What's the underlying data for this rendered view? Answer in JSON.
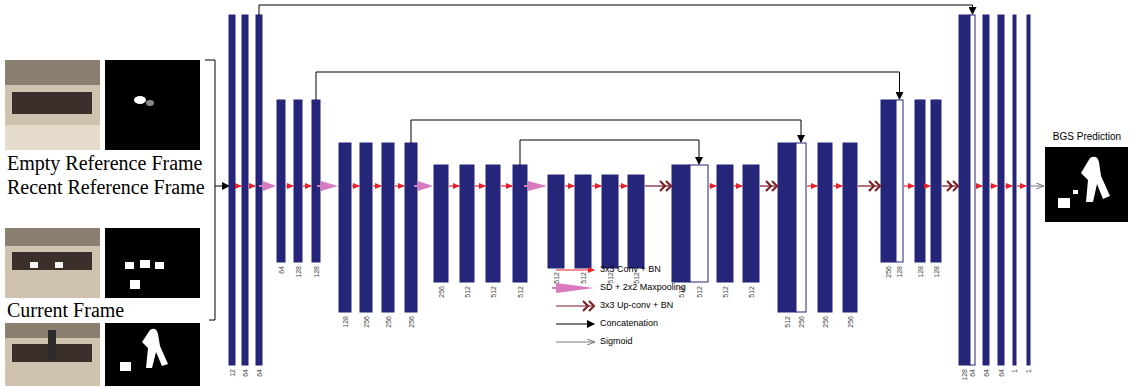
{
  "diagram": {
    "labels": [
      "Empty Reference Frame",
      "Recent Reference Frame",
      "Current Frame",
      "12",
      "64",
      "64",
      "64",
      "128",
      "128",
      "128",
      "256",
      "256",
      "256",
      "256",
      "512",
      "512",
      "512",
      "512",
      "512",
      "512",
      "512",
      "512",
      "512",
      "512",
      "512",
      "512",
      "256",
      "256",
      "256",
      "256",
      "128",
      "128",
      "128",
      "128",
      "64",
      "64",
      "64",
      "1",
      "1",
      "BGS Prediction"
    ],
    "legend": [
      {
        "text": "3x3 Conv + BN"
      },
      {
        "text": "SD + 2x2 Maxpooling"
      },
      {
        "text": "3x3 Up-conv + BN"
      },
      {
        "text": "Concatenation"
      },
      {
        "text": "Sigmoid"
      }
    ]
  }
}
